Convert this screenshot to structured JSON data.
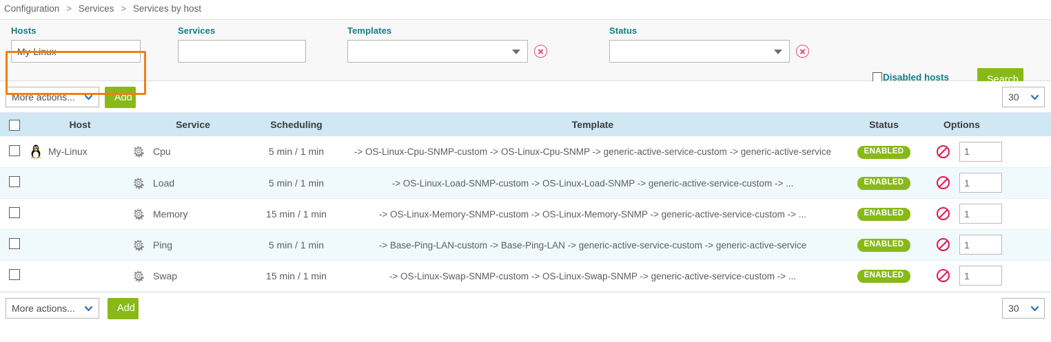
{
  "breadcrumb": {
    "items": [
      "Configuration",
      "Services",
      "Services by host"
    ],
    "separator": ">"
  },
  "filters": {
    "hosts": {
      "label": "Hosts",
      "value": "My-Linux",
      "placeholder": ""
    },
    "services": {
      "label": "Services",
      "value": "",
      "placeholder": ""
    },
    "templates": {
      "label": "Templates",
      "selected": "",
      "clear_icon": "clear-circle-icon"
    },
    "status": {
      "label": "Status",
      "selected": "",
      "clear_icon": "clear-circle-icon"
    },
    "disabled_hosts": {
      "label": "Disabled hosts",
      "checked": false
    },
    "search_button": "Search",
    "panel_tag": "Filters",
    "highlight_color": "#f07d18",
    "label_color": "#127c89"
  },
  "toolbar_top": {
    "actions_label": "More actions...",
    "add_label": "Add",
    "page_size": "30"
  },
  "toolbar_bottom": {
    "actions_label": "More actions...",
    "add_label": "Add",
    "page_size": "30"
  },
  "table": {
    "header_bg": "#cfe8f3",
    "columns": [
      "",
      "Host",
      "Service",
      "Scheduling",
      "Template",
      "Status",
      "Options"
    ],
    "rows": [
      {
        "host": "My-Linux",
        "host_icon": "tux-linux-icon",
        "service": "Cpu",
        "service_icon": "gear-icon",
        "scheduling": "5 min / 1 min",
        "template": "-> OS-Linux-Cpu-SNMP-custom -> OS-Linux-Cpu-SNMP -> generic-active-service-custom -> generic-active-service",
        "status": "ENABLED",
        "option_icon": "deny-icon",
        "quantity": "1"
      },
      {
        "host": "",
        "host_icon": "",
        "service": "Load",
        "service_icon": "gear-icon",
        "scheduling": "5 min / 1 min",
        "template": "-> OS-Linux-Load-SNMP-custom -> OS-Linux-Load-SNMP -> generic-active-service-custom -> ...",
        "status": "ENABLED",
        "option_icon": "deny-icon",
        "quantity": "1"
      },
      {
        "host": "",
        "host_icon": "",
        "service": "Memory",
        "service_icon": "gear-icon",
        "scheduling": "15 min / 1 min",
        "template": "-> OS-Linux-Memory-SNMP-custom -> OS-Linux-Memory-SNMP -> generic-active-service-custom -> ...",
        "status": "ENABLED",
        "option_icon": "deny-icon",
        "quantity": "1"
      },
      {
        "host": "",
        "host_icon": "",
        "service": "Ping",
        "service_icon": "gear-icon",
        "scheduling": "5 min / 1 min",
        "template": "-> Base-Ping-LAN-custom -> Base-Ping-LAN -> generic-active-service-custom -> generic-active-service",
        "status": "ENABLED",
        "option_icon": "deny-icon",
        "quantity": "1"
      },
      {
        "host": "",
        "host_icon": "",
        "service": "Swap",
        "service_icon": "gear-icon",
        "scheduling": "15 min / 1 min",
        "template": "-> OS-Linux-Swap-SNMP-custom -> OS-Linux-Swap-SNMP -> generic-active-service-custom -> ...",
        "status": "ENABLED",
        "option_icon": "deny-icon",
        "quantity": "1"
      }
    ]
  },
  "colors": {
    "accent_green": "#88b918",
    "teal_label": "#127c89",
    "highlight_orange": "#f07d18",
    "header_blue": "#cfe8f3",
    "danger_pink": "#e3154f"
  }
}
